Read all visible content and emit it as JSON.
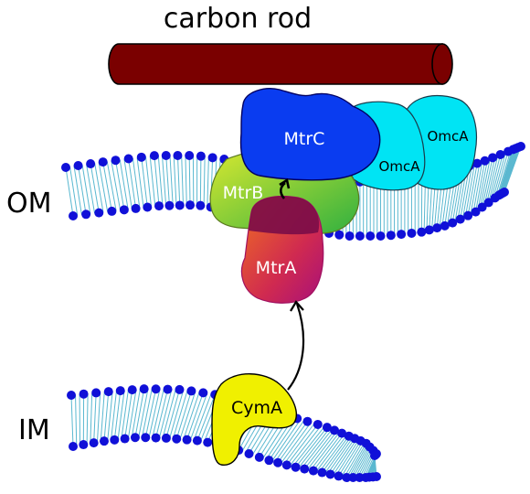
{
  "title": "carbon rod",
  "membranes": {
    "outer": "OM",
    "inner": "IM"
  },
  "proteins": {
    "mtrc": "MtrC",
    "omca_front": "OmcA",
    "omca_back": "OmcA",
    "mtrb": "MtrB",
    "mtra": "MtrA",
    "cyma": "CymA"
  },
  "colors": {
    "rod": "#7a0000",
    "lipid_head": "#1010d8",
    "lipid_tail": "#5ab8d0",
    "mtrc": "#0a3cf0",
    "omca": "#00e4f4",
    "mtrb": "#7ccc30",
    "mtra": "#c8205a",
    "cyma": "#f0f000"
  }
}
